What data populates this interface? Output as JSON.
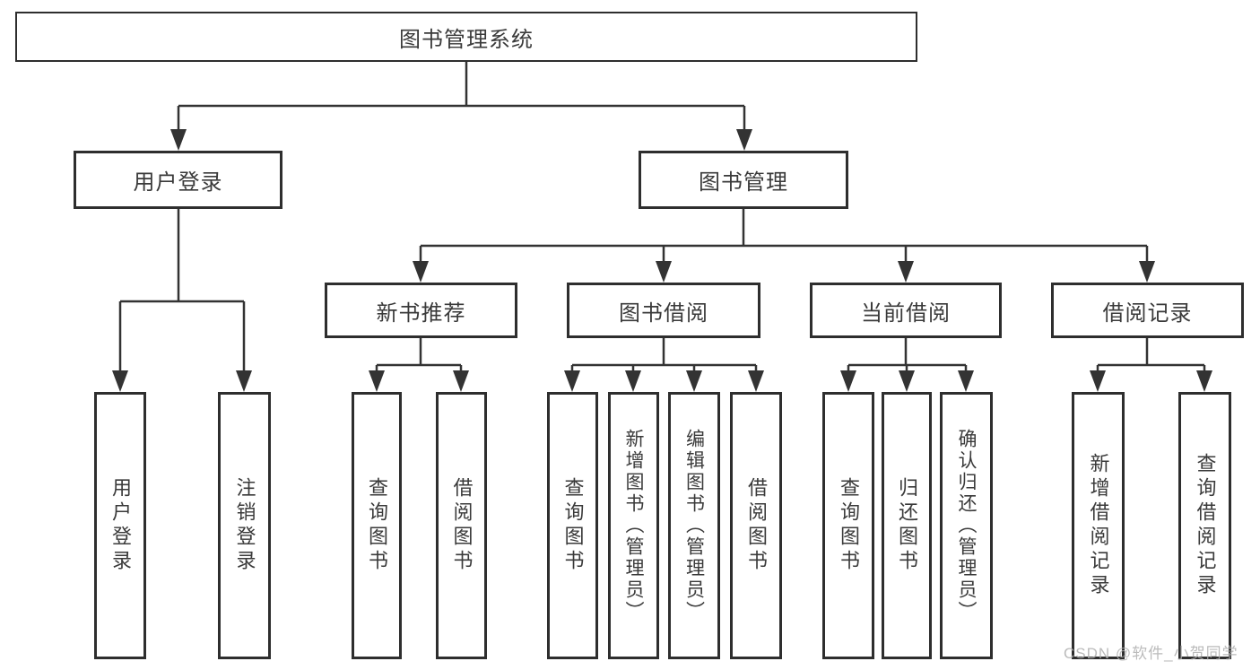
{
  "tree": {
    "root": {
      "label": "图书管理系统"
    },
    "modules": [
      {
        "label": "用户登录",
        "children": [
          {
            "label": "用户登录"
          },
          {
            "label": "注销登录"
          }
        ]
      },
      {
        "label": "图书管理",
        "sections": [
          {
            "label": "新书推荐",
            "children": [
              {
                "label": "查询图书"
              },
              {
                "label": "借阅图书"
              }
            ]
          },
          {
            "label": "图书借阅",
            "children": [
              {
                "label": "查询图书"
              },
              {
                "label": "新增图书（管理员）"
              },
              {
                "label": "编辑图书（管理员）"
              },
              {
                "label": "借阅图书"
              }
            ]
          },
          {
            "label": "当前借阅",
            "children": [
              {
                "label": "查询图书"
              },
              {
                "label": "归还图书"
              },
              {
                "label": "确认归还（管理员）"
              }
            ]
          },
          {
            "label": "借阅记录",
            "children": [
              {
                "label": "新增借阅记录"
              },
              {
                "label": "查询借阅记录"
              }
            ]
          }
        ]
      }
    ]
  },
  "watermark": {
    "text": "CSDN @软件_小贺同学"
  },
  "colors": {
    "line": "#333333",
    "box_border": "#2e2e2e",
    "text": "#3a3a3a",
    "background": "#ffffff",
    "watermark": "#afafaf"
  }
}
